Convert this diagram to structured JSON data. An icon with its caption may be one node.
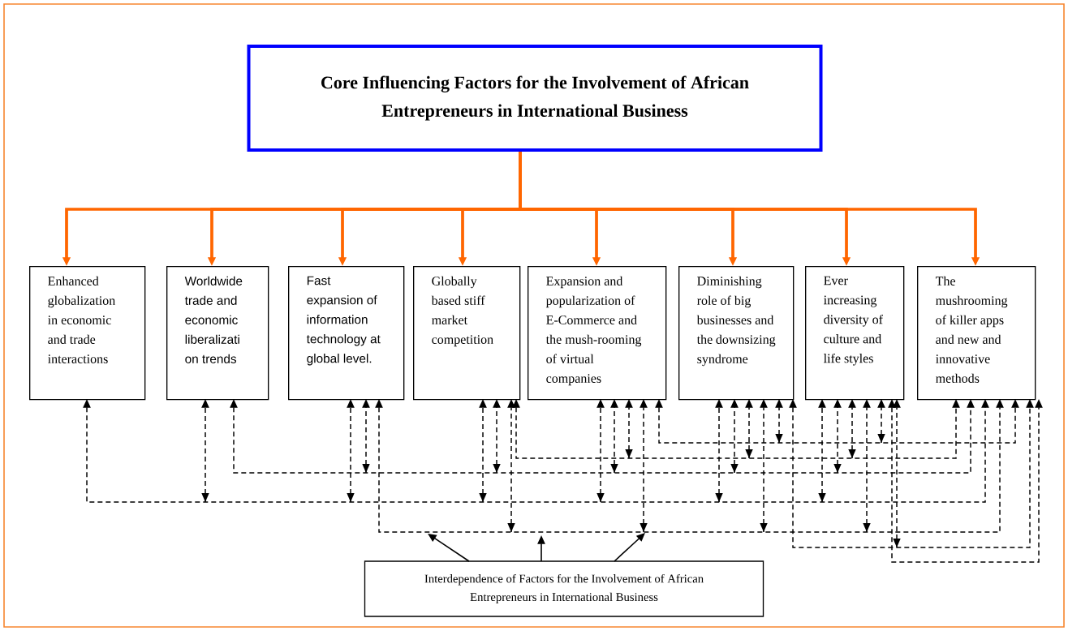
{
  "diagram": {
    "nodes": [
      {
        "text": [
          "Core Influencing Factors for the Involvement of African Entrepreneurs in International Business"
        ]
      },
      {
        "text": [
          "Enhanced globalization in economic and trade interactions"
        ]
      },
      {
        "text": [
          "Worldwide trade and economic liberalizati on trends"
        ]
      },
      {
        "text": [
          "Fast expansion of information technology at global level."
        ]
      },
      {
        "text": [
          "Globally based stiff market competition"
        ]
      },
      {
        "text": [
          "Expansion and popularization of E-Commerce and the mush-rooming of virtual companies"
        ]
      },
      {
        "text": [
          "Diminishing role of big businesses and the downsizing syndrome"
        ]
      },
      {
        "text": [
          "Ever increasing diversity of culture and life styles"
        ]
      },
      {
        "text": [
          "The mushrooming of killer apps and new and innovative methods"
        ]
      },
      {
        "text": [
          "Interdependence of Factors for the Involvement of African Entrepreneurs in International Business"
        ]
      }
    ],
    "edges": [
      {
        "from": 0,
        "to": 1,
        "arrow": "to",
        "color": "#ff6600",
        "style": "thick"
      },
      {
        "from": 0,
        "to": 2,
        "arrow": "to",
        "color": "#ff6600",
        "style": "thick"
      },
      {
        "from": 0,
        "to": 3,
        "arrow": "to",
        "color": "#ff6600",
        "style": "thick"
      },
      {
        "from": 0,
        "to": 4,
        "arrow": "to",
        "color": "#ff6600",
        "style": "thick"
      },
      {
        "from": 0,
        "to": 5,
        "arrow": "to",
        "color": "#ff6600",
        "style": "thick"
      },
      {
        "from": 0,
        "to": 6,
        "arrow": "to",
        "color": "#ff6600",
        "style": "thick"
      },
      {
        "from": 0,
        "to": 7,
        "arrow": "to",
        "color": "#ff6600",
        "style": "thick"
      },
      {
        "from": 0,
        "to": 8,
        "arrow": "to",
        "color": "#ff6600",
        "style": "thick"
      },
      {
        "from": 1,
        "to": 2,
        "arrow": "both",
        "style": "dashed"
      },
      {
        "from": 1,
        "to": 3,
        "arrow": "both",
        "style": "dashed"
      },
      {
        "from": 1,
        "to": 4,
        "arrow": "both",
        "style": "dashed"
      },
      {
        "from": 1,
        "to": 5,
        "arrow": "both",
        "style": "dashed"
      },
      {
        "from": 1,
        "to": 6,
        "arrow": "both",
        "style": "dashed"
      },
      {
        "from": 1,
        "to": 7,
        "arrow": "both",
        "style": "dashed"
      },
      {
        "from": 1,
        "to": 8,
        "arrow": "both",
        "style": "dashed"
      },
      {
        "from": 2,
        "to": 3,
        "arrow": "both",
        "style": "dashed"
      },
      {
        "from": 2,
        "to": 4,
        "arrow": "both",
        "style": "dashed"
      },
      {
        "from": 2,
        "to": 5,
        "arrow": "both",
        "style": "dashed"
      },
      {
        "from": 2,
        "to": 6,
        "arrow": "both",
        "style": "dashed"
      },
      {
        "from": 2,
        "to": 7,
        "arrow": "both",
        "style": "dashed"
      },
      {
        "from": 2,
        "to": 8,
        "arrow": "both",
        "style": "dashed"
      },
      {
        "from": 3,
        "to": 4,
        "arrow": "both",
        "style": "dashed"
      },
      {
        "from": 3,
        "to": 5,
        "arrow": "both",
        "style": "dashed"
      },
      {
        "from": 3,
        "to": 6,
        "arrow": "both",
        "style": "dashed"
      },
      {
        "from": 3,
        "to": 7,
        "arrow": "both",
        "style": "dashed"
      },
      {
        "from": 3,
        "to": 8,
        "arrow": "both",
        "style": "dashed"
      },
      {
        "from": 4,
        "to": 5,
        "arrow": "both",
        "style": "dashed"
      },
      {
        "from": 4,
        "to": 6,
        "arrow": "both",
        "style": "dashed"
      },
      {
        "from": 4,
        "to": 7,
        "arrow": "both",
        "style": "dashed"
      },
      {
        "from": 4,
        "to": 8,
        "arrow": "both",
        "style": "dashed"
      },
      {
        "from": 5,
        "to": 6,
        "arrow": "both",
        "style": "dashed"
      },
      {
        "from": 5,
        "to": 7,
        "arrow": "both",
        "style": "dashed"
      },
      {
        "from": 5,
        "to": 8,
        "arrow": "both",
        "style": "dashed"
      },
      {
        "from": 6,
        "to": 7,
        "arrow": "both",
        "style": "dashed"
      },
      {
        "from": 6,
        "to": 8,
        "arrow": "both",
        "style": "dashed"
      },
      {
        "from": 7,
        "to": 8,
        "arrow": "both",
        "style": "dashed"
      },
      {
        "from": 9,
        "to": null,
        "arrow": "to"
      },
      {
        "from": 9,
        "to": null,
        "arrow": "to"
      },
      {
        "from": 9,
        "to": null,
        "arrow": "to"
      }
    ]
  }
}
